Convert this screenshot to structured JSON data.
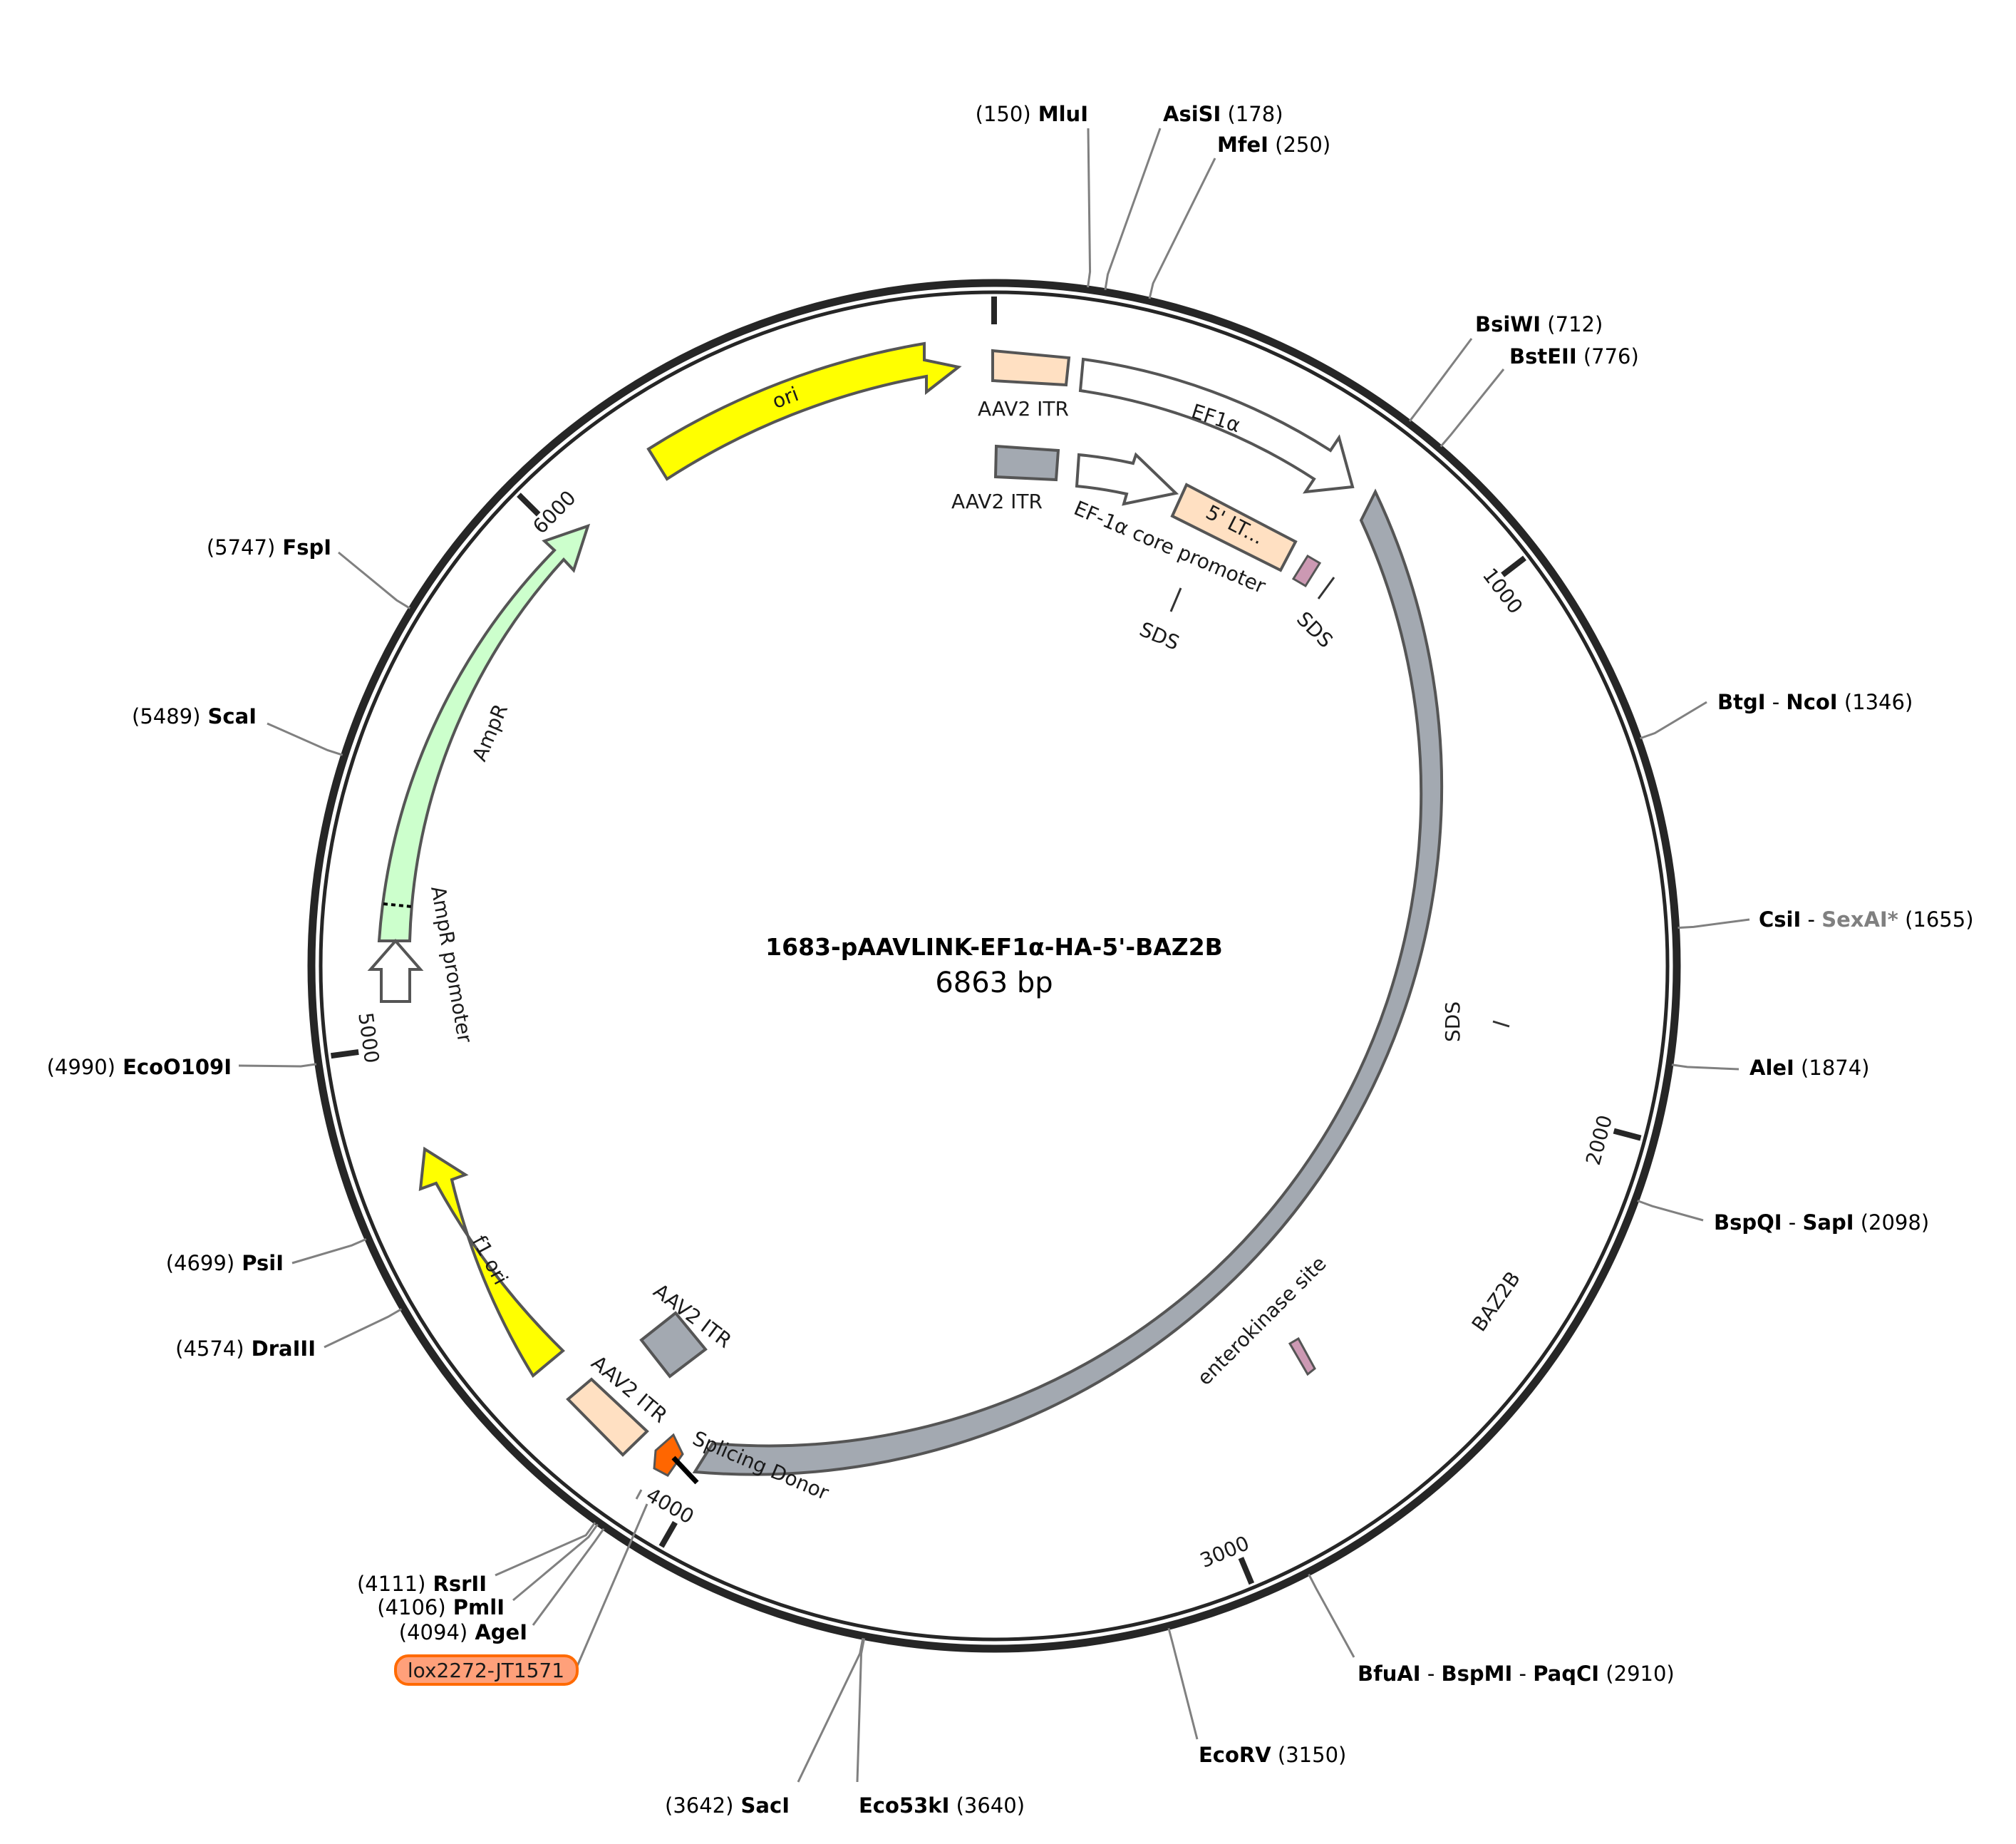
{
  "plasmid": {
    "name": "1683-pAAVLINK-EF1α-HA-5'-BAZ2B",
    "length_label": "6863 bp",
    "length_bp": 6863
  },
  "colors": {
    "backbone": "#262626",
    "ori": "#ffff00",
    "ampr": "#ccffcc",
    "itr_orange": "#ffe0c2",
    "itr_gray": "#a3a9b1",
    "baz2b": "#a3a9b1",
    "promoter": "#ffffff",
    "site_line": "#808080",
    "splice_donor": "#ff6600",
    "tag_fill": "#ffa07a",
    "tag_stroke": "#ff6a00"
  },
  "ticks": [
    {
      "pos": 0,
      "label": ""
    },
    {
      "pos": 1000,
      "label": "1000"
    },
    {
      "pos": 2000,
      "label": "2000"
    },
    {
      "pos": 3000,
      "label": "3000"
    },
    {
      "pos": 4000,
      "label": "4000"
    },
    {
      "pos": 5000,
      "label": "5000"
    },
    {
      "pos": 6000,
      "label": "6000"
    }
  ],
  "sites": [
    {
      "id": "mlui",
      "pos": 150,
      "parts": [
        {
          "t": "(150)",
          "k": "p"
        },
        {
          "t": "MluI",
          "k": "b"
        }
      ]
    },
    {
      "id": "asisi",
      "pos": 178,
      "parts": [
        {
          "t": "AsiSI",
          "k": "b"
        },
        {
          "t": "(178)",
          "k": "p"
        }
      ]
    },
    {
      "id": "mfei",
      "pos": 250,
      "parts": [
        {
          "t": "MfeI",
          "k": "b"
        },
        {
          "t": "(250)",
          "k": "p"
        }
      ]
    },
    {
      "id": "bsiwi",
      "pos": 712,
      "parts": [
        {
          "t": "BsiWI",
          "k": "b"
        },
        {
          "t": "(712)",
          "k": "p"
        }
      ]
    },
    {
      "id": "bsteii",
      "pos": 776,
      "parts": [
        {
          "t": "BstEII",
          "k": "b"
        },
        {
          "t": "(776)",
          "k": "p"
        }
      ]
    },
    {
      "id": "btgi-ncoi",
      "pos": 1346,
      "parts": [
        {
          "t": "BtgI",
          "k": "b"
        },
        {
          "t": " - ",
          "k": "p"
        },
        {
          "t": "NcoI",
          "k": "b"
        },
        {
          "t": "(1346)",
          "k": "p"
        }
      ]
    },
    {
      "id": "csii-sexai",
      "pos": 1655,
      "parts": [
        {
          "t": "CsiI",
          "k": "b"
        },
        {
          "t": " - ",
          "k": "p"
        },
        {
          "t": "SexAI*",
          "k": "g"
        },
        {
          "t": "(1655)",
          "k": "p"
        }
      ]
    },
    {
      "id": "alei",
      "pos": 1874,
      "parts": [
        {
          "t": "AleI",
          "k": "b"
        },
        {
          "t": "(1874)",
          "k": "p"
        }
      ]
    },
    {
      "id": "bspqi-sapi",
      "pos": 2098,
      "parts": [
        {
          "t": "BspQI",
          "k": "b"
        },
        {
          "t": " - ",
          "k": "p"
        },
        {
          "t": "SapI",
          "k": "b"
        },
        {
          "t": "(2098)",
          "k": "p"
        }
      ]
    },
    {
      "id": "bfuai-bspmi-paqci",
      "pos": 2910,
      "parts": [
        {
          "t": "BfuAI",
          "k": "b"
        },
        {
          "t": " - ",
          "k": "p"
        },
        {
          "t": "BspMI",
          "k": "b"
        },
        {
          "t": " - ",
          "k": "p"
        },
        {
          "t": "PaqCI",
          "k": "b"
        },
        {
          "t": "(2910)",
          "k": "p"
        }
      ]
    },
    {
      "id": "ecorv",
      "pos": 3150,
      "parts": [
        {
          "t": "EcoRV",
          "k": "b"
        },
        {
          "t": "(3150)",
          "k": "p"
        }
      ]
    },
    {
      "id": "eco53ki",
      "pos": 3640,
      "parts": [
        {
          "t": "Eco53kI",
          "k": "b"
        },
        {
          "t": "(3640)",
          "k": "p"
        }
      ]
    },
    {
      "id": "saci",
      "pos": 3642,
      "parts": [
        {
          "t": "(3642)",
          "k": "p"
        },
        {
          "t": "SacI",
          "k": "b"
        }
      ]
    },
    {
      "id": "agei",
      "pos": 4094,
      "parts": [
        {
          "t": "(4094)",
          "k": "p"
        },
        {
          "t": "AgeI",
          "k": "b"
        }
      ]
    },
    {
      "id": "pmli",
      "pos": 4106,
      "parts": [
        {
          "t": "(4106)",
          "k": "p"
        },
        {
          "t": "PmlI",
          "k": "b"
        }
      ]
    },
    {
      "id": "rsrii",
      "pos": 4111,
      "parts": [
        {
          "t": "(4111)",
          "k": "p"
        },
        {
          "t": "RsrII",
          "k": "b"
        }
      ]
    },
    {
      "id": "drai",
      "pos": 4574,
      "parts": [
        {
          "t": "(4574)",
          "k": "p"
        },
        {
          "t": "DraIII",
          "k": "b"
        }
      ]
    },
    {
      "id": "psii",
      "pos": 4699,
      "parts": [
        {
          "t": "(4699)",
          "k": "p"
        },
        {
          "t": "PsiI",
          "k": "b"
        }
      ]
    },
    {
      "id": "ecoo109i",
      "pos": 4990,
      "parts": [
        {
          "t": "(4990)",
          "k": "p"
        },
        {
          "t": "EcoO109I",
          "k": "b"
        }
      ]
    },
    {
      "id": "scai",
      "pos": 5489,
      "parts": [
        {
          "t": "(5489)",
          "k": "p"
        },
        {
          "t": "ScaI",
          "k": "b"
        }
      ]
    },
    {
      "id": "fspi",
      "pos": 5747,
      "parts": [
        {
          "t": "(5747)",
          "k": "p"
        },
        {
          "t": "FspI",
          "k": "b"
        }
      ]
    }
  ],
  "features": [
    {
      "id": "ori",
      "label": "ori"
    },
    {
      "id": "itr1",
      "label": "AAV2 ITR"
    },
    {
      "id": "ef1a",
      "label": "EF1α"
    },
    {
      "id": "itr2",
      "label": "AAV2 ITR"
    },
    {
      "id": "ef1core",
      "label": "EF-1α core promoter"
    },
    {
      "id": "ltr",
      "label": "5' LT..."
    },
    {
      "id": "sds1",
      "label": "SDS"
    },
    {
      "id": "sds2",
      "label": "SDS"
    },
    {
      "id": "sds3",
      "label": "SDS"
    },
    {
      "id": "baz2b",
      "label": "BAZ2B"
    },
    {
      "id": "enterokinase",
      "label": "enterokinase site"
    },
    {
      "id": "splice",
      "label": "Splicing Donor"
    },
    {
      "id": "itr3",
      "label": "AAV2 ITR"
    },
    {
      "id": "itr4",
      "label": "AAV2 ITR"
    },
    {
      "id": "f1ori",
      "label": "f1 ori"
    },
    {
      "id": "ampr",
      "label": "AmpR"
    },
    {
      "id": "amprprom",
      "label": "AmpR promoter"
    },
    {
      "id": "lox",
      "label": "lox2272-JT1571"
    }
  ]
}
